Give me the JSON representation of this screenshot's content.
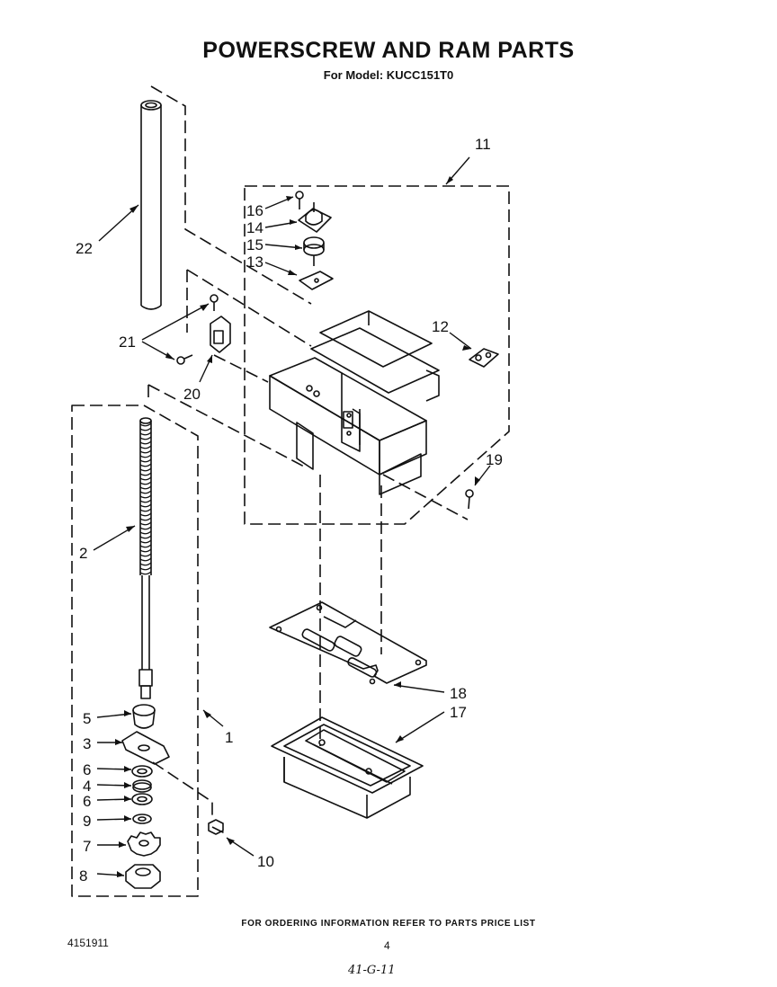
{
  "title": "POWERSCREW AND RAM PARTS",
  "subtitle": "For Model: KUCC151T0",
  "footer": {
    "ordering_note": "FOR ORDERING INFORMATION REFER TO PARTS PRICE LIST",
    "document_number": "4151911",
    "page_number": "4",
    "handwritten_note": "41-G-11"
  },
  "callouts": {
    "p1": "1",
    "p2": "2",
    "p3": "3",
    "p4": "4",
    "p5": "5",
    "p6a": "6",
    "p6b": "6",
    "p7": "7",
    "p8": "8",
    "p9": "9",
    "p10": "10",
    "p11": "11",
    "p12": "12",
    "p13": "13",
    "p14": "14",
    "p15": "15",
    "p16": "16",
    "p17": "17",
    "p18": "18",
    "p19": "19",
    "p20": "20",
    "p21": "21",
    "p22": "22"
  }
}
